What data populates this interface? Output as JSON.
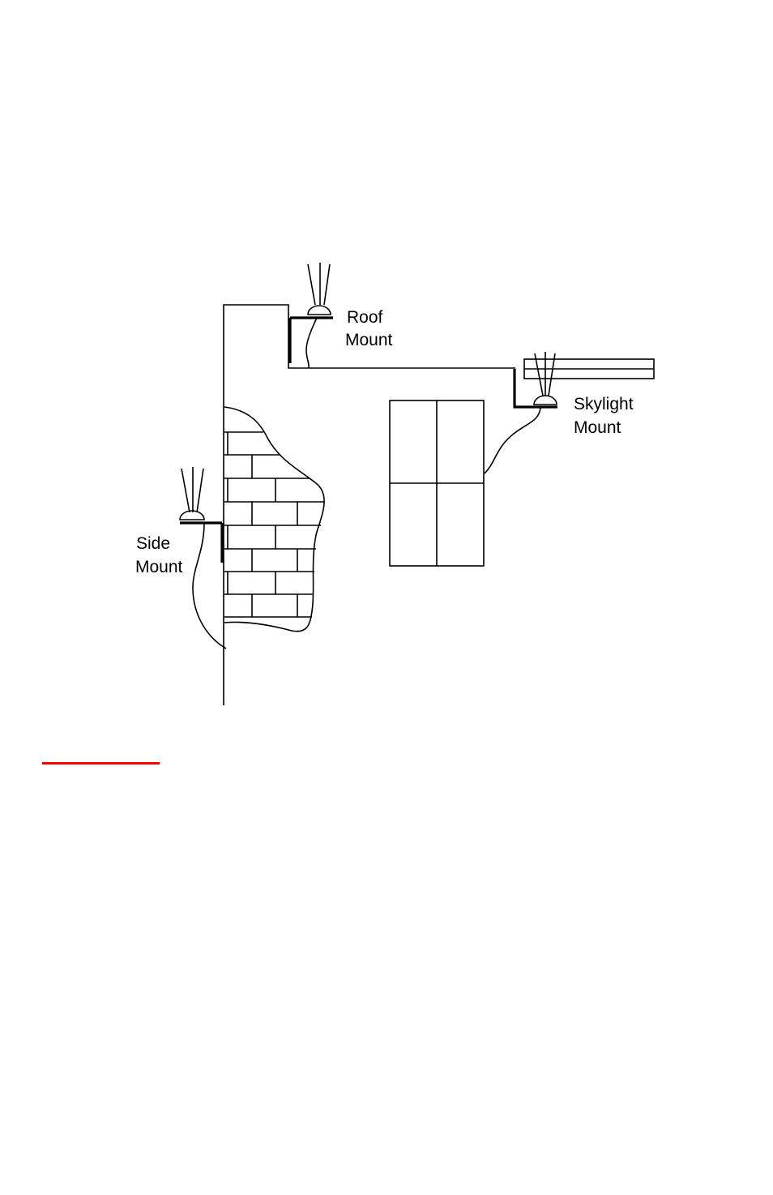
{
  "diagram": {
    "labels": {
      "roof_line1": "Roof",
      "roof_line2": "Mount",
      "skylight_line1": "Skylight",
      "skylight_line2": "Mount",
      "side_line1": "Side",
      "side_line2": "Mount"
    },
    "colors": {
      "line": "#000000",
      "rule": "#ff0000",
      "background": "#ffffff"
    }
  }
}
